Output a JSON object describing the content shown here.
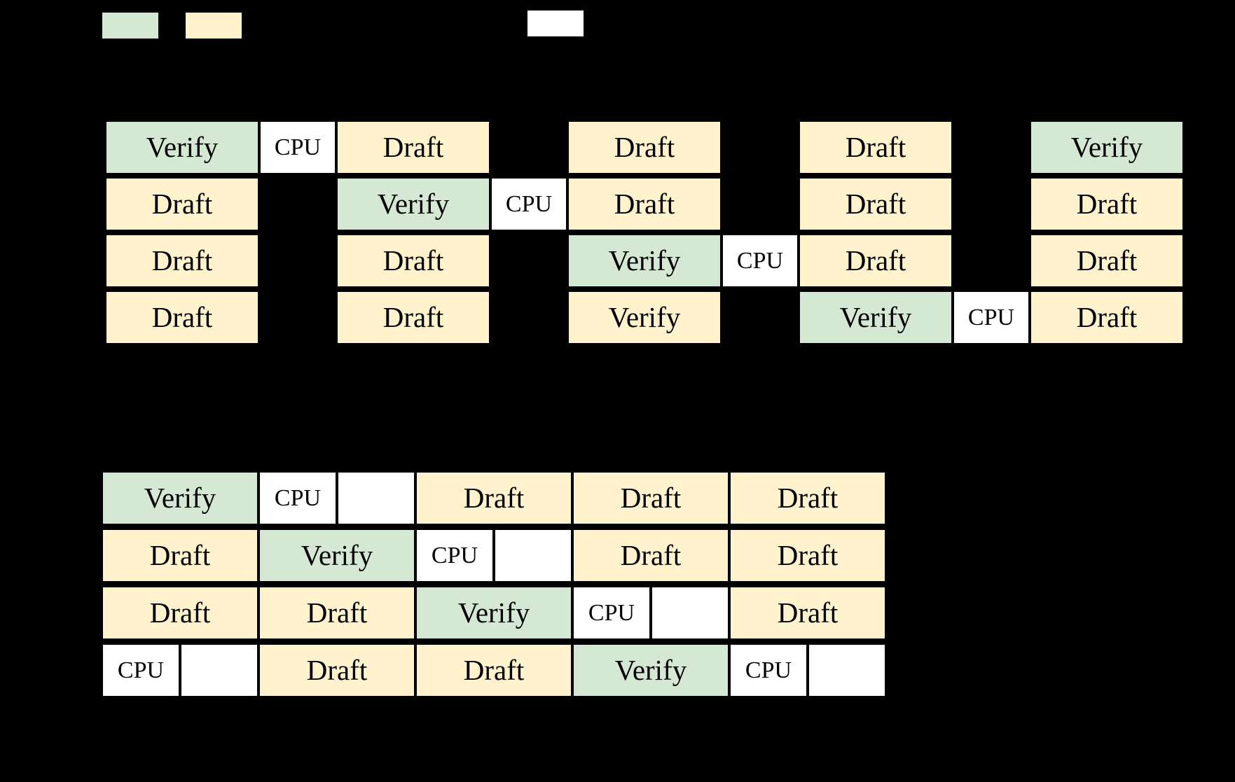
{
  "colors": {
    "verify": "#d5e8d4",
    "draft": "#fff2cc",
    "cpu": "#ffffff",
    "idle": "#ffffff",
    "background": "#000000",
    "text": "#000000"
  },
  "legend": {
    "swatches": [
      {
        "name": "verify-swatch",
        "fill": "verify"
      },
      {
        "name": "draft-swatch",
        "fill": "draft"
      },
      {
        "name": "cpu-swatch",
        "fill": "cpu"
      }
    ]
  },
  "top_diagram": {
    "rows": [
      {
        "cells": [
          {
            "label": "Verify",
            "kind": "verify",
            "fill": "verify",
            "start": 0,
            "span": 2
          },
          {
            "label": "CPU",
            "kind": "cpu",
            "fill": "cpu",
            "start": 2,
            "span": 1
          },
          {
            "label": "Draft",
            "kind": "draft",
            "fill": "draft",
            "start": 3,
            "span": 2
          },
          {
            "label": "Draft",
            "kind": "draft",
            "fill": "draft",
            "start": 6,
            "span": 2
          },
          {
            "label": "Draft",
            "kind": "draft",
            "fill": "draft",
            "start": 9,
            "span": 2
          },
          {
            "label": "Verify",
            "kind": "verify",
            "fill": "verify",
            "start": 12,
            "span": 2
          }
        ]
      },
      {
        "cells": [
          {
            "label": "Draft",
            "kind": "draft",
            "fill": "draft",
            "start": 0,
            "span": 2
          },
          {
            "label": "Verify",
            "kind": "verify",
            "fill": "verify",
            "start": 3,
            "span": 2
          },
          {
            "label": "CPU",
            "kind": "cpu",
            "fill": "cpu",
            "start": 5,
            "span": 1
          },
          {
            "label": "Draft",
            "kind": "draft",
            "fill": "draft",
            "start": 6,
            "span": 2
          },
          {
            "label": "Draft",
            "kind": "draft",
            "fill": "draft",
            "start": 9,
            "span": 2
          },
          {
            "label": "Draft",
            "kind": "draft",
            "fill": "draft",
            "start": 12,
            "span": 2
          }
        ]
      },
      {
        "cells": [
          {
            "label": "Draft",
            "kind": "draft",
            "fill": "draft",
            "start": 0,
            "span": 2
          },
          {
            "label": "Draft",
            "kind": "draft",
            "fill": "draft",
            "start": 3,
            "span": 2
          },
          {
            "label": "Verify",
            "kind": "verify",
            "fill": "verify",
            "start": 6,
            "span": 2
          },
          {
            "label": "CPU",
            "kind": "cpu",
            "fill": "cpu",
            "start": 8,
            "span": 1
          },
          {
            "label": "Draft",
            "kind": "draft",
            "fill": "draft",
            "start": 9,
            "span": 2
          },
          {
            "label": "Draft",
            "kind": "draft",
            "fill": "draft",
            "start": 12,
            "span": 2
          }
        ]
      },
      {
        "cells": [
          {
            "label": "Draft",
            "kind": "draft",
            "fill": "draft",
            "start": 0,
            "span": 2
          },
          {
            "label": "Draft",
            "kind": "draft",
            "fill": "draft",
            "start": 3,
            "span": 2
          },
          {
            "label": "Verify",
            "kind": "verify",
            "fill": "draft",
            "start": 6,
            "span": 2
          },
          {
            "label": "Verify",
            "kind": "verify",
            "fill": "verify",
            "start": 9,
            "span": 2
          },
          {
            "label": "CPU",
            "kind": "cpu",
            "fill": "cpu",
            "start": 11,
            "span": 1
          },
          {
            "label": "Draft",
            "kind": "draft",
            "fill": "draft",
            "start": 12,
            "span": 2
          }
        ]
      }
    ]
  },
  "bottom_diagram": {
    "rows": [
      {
        "cells": [
          {
            "label": "Verify",
            "kind": "verify",
            "fill": "verify",
            "start": 0,
            "span": 2
          },
          {
            "label": "CPU",
            "kind": "cpu",
            "fill": "cpu",
            "start": 2,
            "span": 1
          },
          {
            "label": "",
            "kind": "idle",
            "fill": "idle",
            "start": 3,
            "span": 1
          },
          {
            "label": "Draft",
            "kind": "draft",
            "fill": "draft",
            "start": 4,
            "span": 2
          },
          {
            "label": "Draft",
            "kind": "draft",
            "fill": "draft",
            "start": 6,
            "span": 2
          },
          {
            "label": "Draft",
            "kind": "draft",
            "fill": "draft",
            "start": 8,
            "span": 2
          }
        ]
      },
      {
        "cells": [
          {
            "label": "Draft",
            "kind": "draft",
            "fill": "draft",
            "start": 0,
            "span": 2
          },
          {
            "label": "Verify",
            "kind": "verify",
            "fill": "verify",
            "start": 2,
            "span": 2
          },
          {
            "label": "CPU",
            "kind": "cpu",
            "fill": "cpu",
            "start": 4,
            "span": 1
          },
          {
            "label": "",
            "kind": "idle",
            "fill": "idle",
            "start": 5,
            "span": 1
          },
          {
            "label": "Draft",
            "kind": "draft",
            "fill": "draft",
            "start": 6,
            "span": 2
          },
          {
            "label": "Draft",
            "kind": "draft",
            "fill": "draft",
            "start": 8,
            "span": 2
          }
        ]
      },
      {
        "cells": [
          {
            "label": "Draft",
            "kind": "draft",
            "fill": "draft",
            "start": 0,
            "span": 2
          },
          {
            "label": "Draft",
            "kind": "draft",
            "fill": "draft",
            "start": 2,
            "span": 2
          },
          {
            "label": "Verify",
            "kind": "verify",
            "fill": "verify",
            "start": 4,
            "span": 2
          },
          {
            "label": "CPU",
            "kind": "cpu",
            "fill": "cpu",
            "start": 6,
            "span": 1
          },
          {
            "label": "",
            "kind": "idle",
            "fill": "idle",
            "start": 7,
            "span": 1
          },
          {
            "label": "Draft",
            "kind": "draft",
            "fill": "draft",
            "start": 8,
            "span": 2
          }
        ]
      },
      {
        "cells": [
          {
            "label": "CPU",
            "kind": "cpu",
            "fill": "cpu",
            "start": 0,
            "span": 1
          },
          {
            "label": "",
            "kind": "idle",
            "fill": "idle",
            "start": 1,
            "span": 1
          },
          {
            "label": "Draft",
            "kind": "draft",
            "fill": "draft",
            "start": 2,
            "span": 2
          },
          {
            "label": "Draft",
            "kind": "draft",
            "fill": "draft",
            "start": 4,
            "span": 2
          },
          {
            "label": "Verify",
            "kind": "verify",
            "fill": "verify",
            "start": 6,
            "span": 2
          },
          {
            "label": "CPU",
            "kind": "cpu",
            "fill": "cpu",
            "start": 8,
            "span": 1
          },
          {
            "label": "",
            "kind": "idle",
            "fill": "idle",
            "start": 9,
            "span": 1
          }
        ]
      }
    ]
  }
}
